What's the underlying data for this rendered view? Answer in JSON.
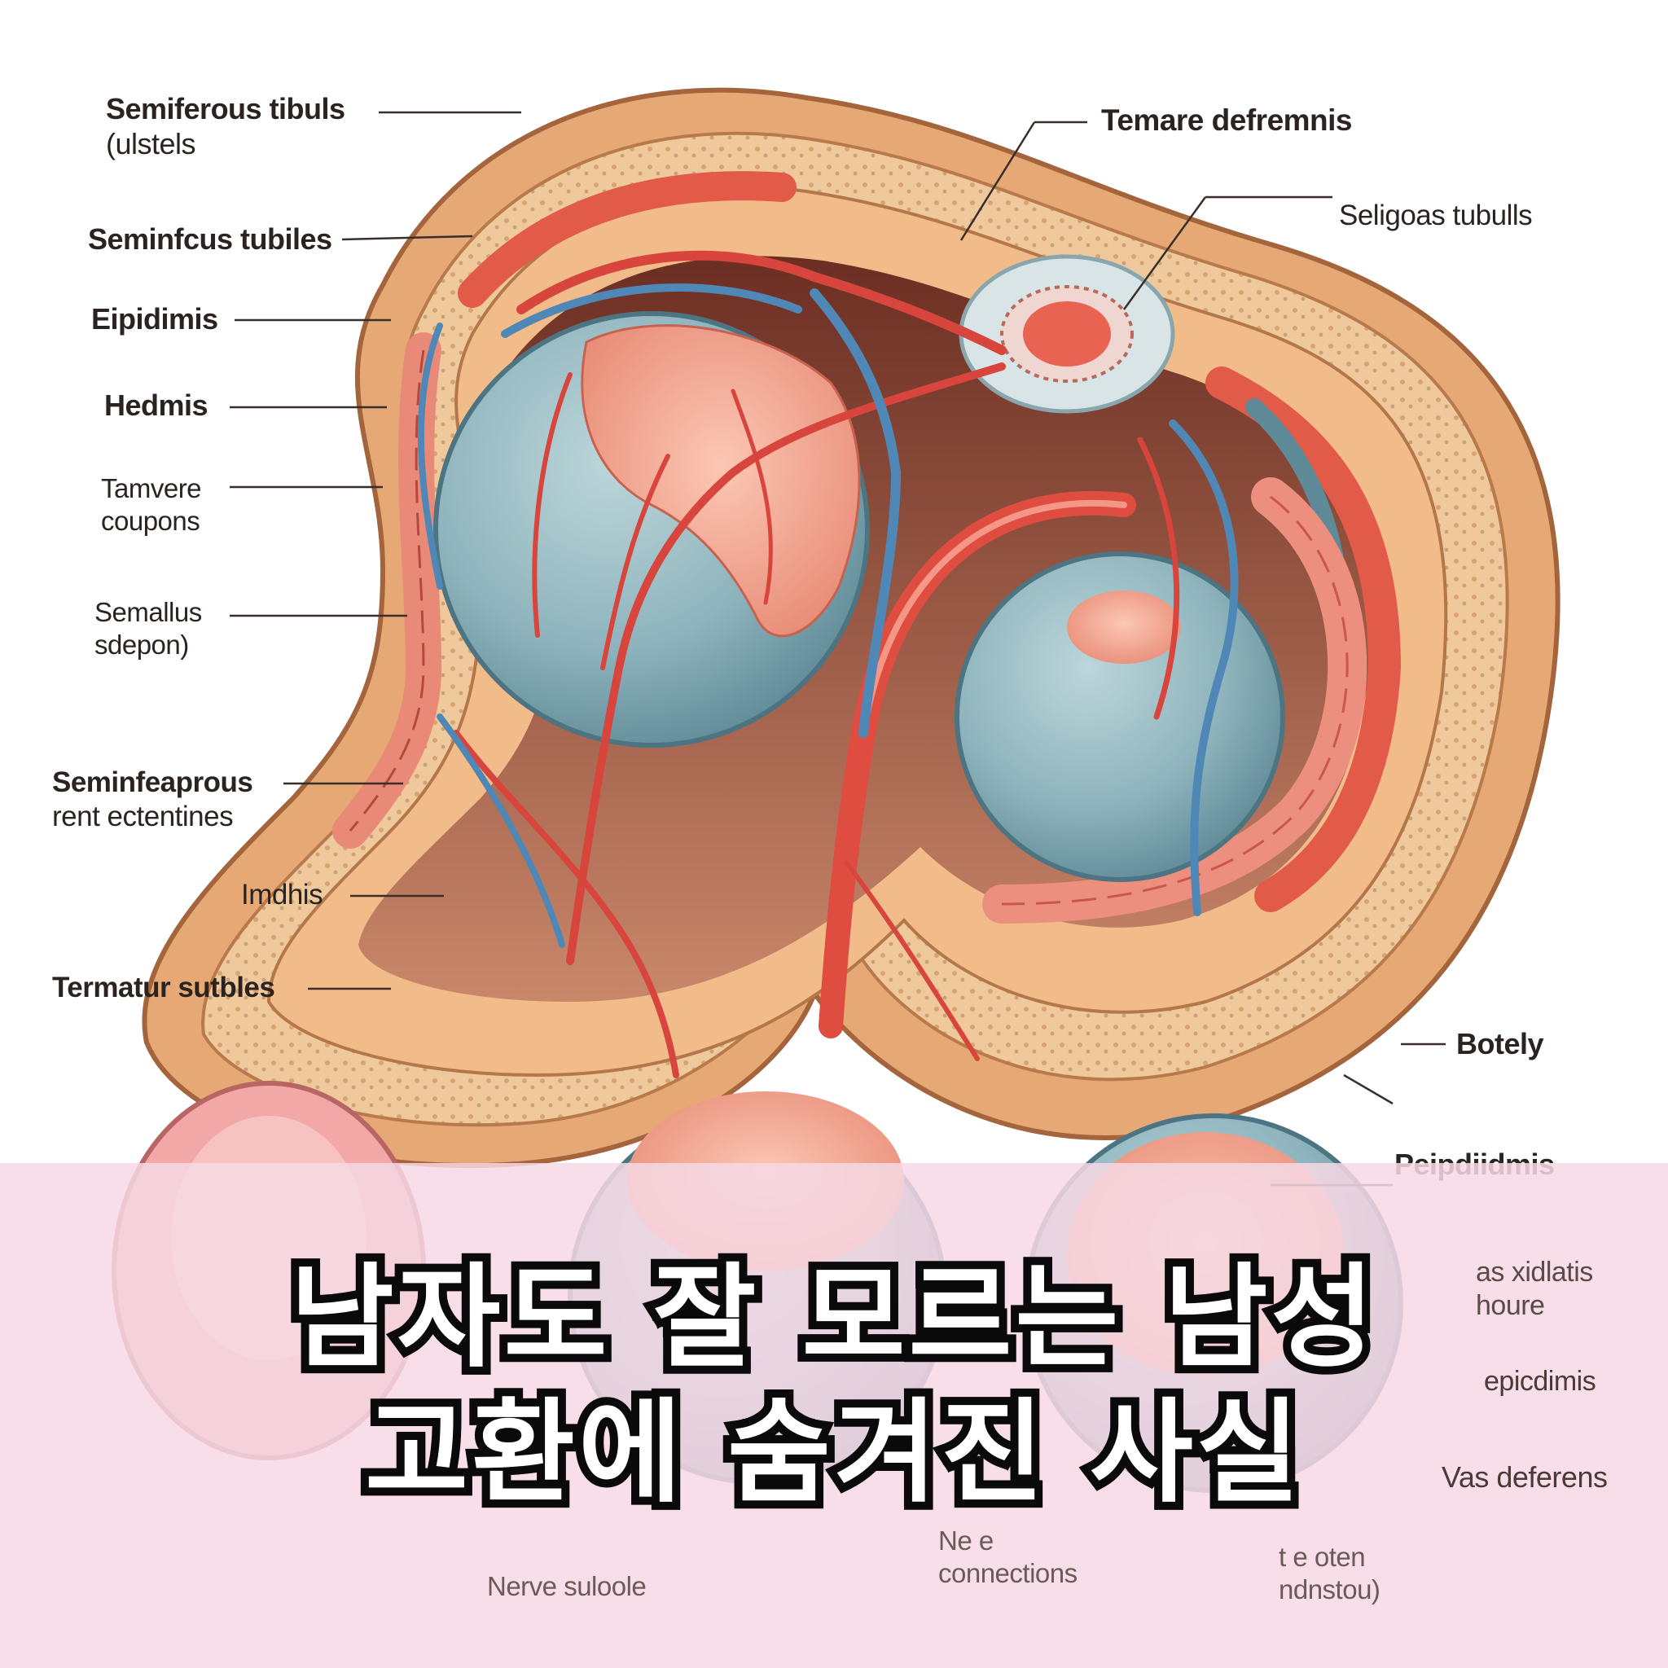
{
  "labels": [
    {
      "id": "semiferous-tibuls",
      "line1": "Semiferous tibuls",
      "line2": "(ulstels"
    },
    {
      "id": "seminfcus-tublles",
      "line1": "Seminfcus tubiles",
      "line2": ""
    },
    {
      "id": "eipidimis",
      "line1": "Eipidimis",
      "line2": ""
    },
    {
      "id": "hedmis",
      "line1": "Hedmis",
      "line2": ""
    },
    {
      "id": "tamvere-coupons",
      "line1": "Tamvere",
      "line2": "coupons"
    },
    {
      "id": "semallus-sdepon",
      "line1": "Semallus",
      "line2": "sdepon)"
    },
    {
      "id": "seminfeaprous",
      "line1": "Seminfeaprous",
      "line2": "rent ectentines"
    },
    {
      "id": "imdhis",
      "line1": "Imdhis",
      "line2": ""
    },
    {
      "id": "termatur-sutbles",
      "line1": "Termatur sutbles",
      "line2": ""
    },
    {
      "id": "temare-defremnis",
      "line1": "Temare defremnis",
      "line2": ""
    },
    {
      "id": "seligoas-tubulls",
      "line1": "Seligoas tubulls",
      "line2": ""
    },
    {
      "id": "botely",
      "line1": "Botely",
      "line2": ""
    },
    {
      "id": "peipdiidmis",
      "line1": "Peipdiidmis",
      "line2": ""
    },
    {
      "id": "as-xidlatis",
      "line1": "as xidlatis",
      "line2": "houre"
    },
    {
      "id": "epicdimis",
      "line1": "epicdimis",
      "line2": ""
    },
    {
      "id": "vas-deferens",
      "line1": "Vas deferens",
      "line2": ""
    },
    {
      "id": "nerve-suloole",
      "line1": "Nerve suloole",
      "line2": ""
    },
    {
      "id": "connections",
      "line1": "Ne          e",
      "line2": "connections"
    },
    {
      "id": "oten",
      "line1": "t e     oten",
      "line2": "ndnstou)"
    }
  ],
  "caption": {
    "line1": "남자도 잘 모르는 남성",
    "line2": "고환에 숨겨진 사실"
  },
  "colors": {
    "skin": "#e8b27c",
    "testis": "#8fb4bd",
    "vessel_red": "#d8453c",
    "vessel_blue": "#4f88b6",
    "tissue_pink": "#f1a08c",
    "overlay": "#f6d8e4"
  }
}
